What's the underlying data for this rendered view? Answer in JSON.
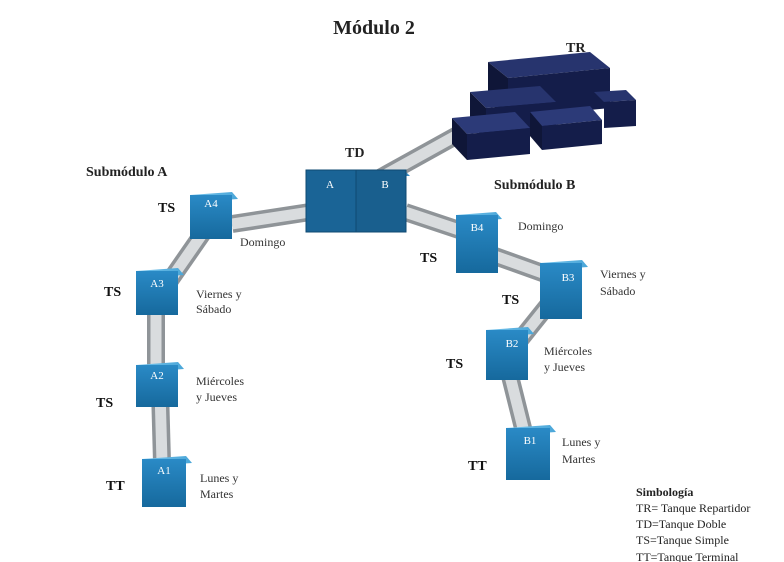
{
  "title": "Módulo 2",
  "submodule_a": "Submódulo A",
  "submodule_b": "Submódulo B",
  "tanks": {
    "tr": "TR",
    "td": "TD",
    "td_a": "A",
    "td_b": "B",
    "a4": "A4",
    "a3": "A3",
    "a2": "A2",
    "a1": "A1",
    "b4": "B4",
    "b3": "B3",
    "b2": "B2",
    "b1": "B1"
  },
  "type_tags": {
    "a4": "TS",
    "a3": "TS",
    "a2": "TS",
    "a1": "TT",
    "b4": "TS",
    "b3": "TS",
    "b2": "TS",
    "b1": "TT"
  },
  "days": {
    "a4": [
      "Domingo"
    ],
    "a3": [
      "Viernes y",
      "Sábado"
    ],
    "a2": [
      "Miércoles",
      "y Jueves"
    ],
    "a1": [
      "Lunes y",
      "Martes"
    ],
    "b4": [
      "Domingo"
    ],
    "b3": [
      "Viernes y",
      "Sábado"
    ],
    "b2": [
      "Miércoles",
      "y Jueves"
    ],
    "b1": [
      "Lunes y",
      "Martes"
    ]
  },
  "legend": {
    "heading": "Simbología",
    "lines": [
      "TR= Tanque Repartidor",
      "TD=Tanque Doble",
      "TS=Tanque Simple",
      "TT=Tanque Terminal"
    ]
  },
  "colors": {
    "tank_front": "#1e7db8",
    "tank_top": "#5fb4e2",
    "tank_side": "#135f8f",
    "td_front": "#1a5f8c",
    "tr_front": "#141d4a",
    "tr_top": "#27346e"
  }
}
